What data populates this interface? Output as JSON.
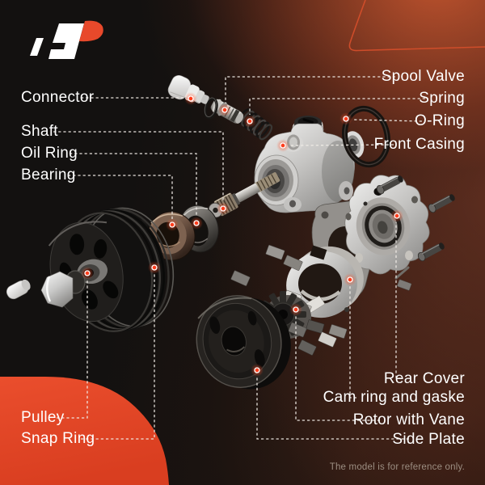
{
  "scene": {
    "footnote": "The model is for reference only.",
    "callouts_left": [
      {
        "id": "connector",
        "label": "Connector"
      },
      {
        "id": "shaft",
        "label": "Shaft"
      },
      {
        "id": "oil-ring",
        "label": "Oil Ring"
      },
      {
        "id": "bearing",
        "label": "Bearing"
      },
      {
        "id": "pulley",
        "label": "Pulley"
      },
      {
        "id": "snap-ring",
        "label": "Snap Ring"
      }
    ],
    "callouts_right": [
      {
        "id": "spool-valve",
        "label": "Spool Valve"
      },
      {
        "id": "spring",
        "label": "Spring"
      },
      {
        "id": "o-ring",
        "label": "O-Ring"
      },
      {
        "id": "front-casing",
        "label": "Front Casing"
      },
      {
        "id": "rear-cover",
        "label": "Rear Cover"
      },
      {
        "id": "cam-ring-gasket",
        "label": "Cam ring and gaske"
      },
      {
        "id": "rotor",
        "label": "Rotor with Vane"
      },
      {
        "id": "side-plate",
        "label": "Side Plate"
      }
    ]
  },
  "brand": {
    "logo_mark": "a-p-monogram",
    "logo_primary_color": "#ffffff",
    "logo_accent_color": "#e8492b"
  },
  "colors": {
    "background_dark": "#141110",
    "background_glow": "#7c3a26",
    "accent_shape": "#e3482b",
    "callout_line": "#f0ece6",
    "marker": "#ff3d1c",
    "label_text": "#ffffff",
    "footnote_text": "#9c8e82"
  }
}
